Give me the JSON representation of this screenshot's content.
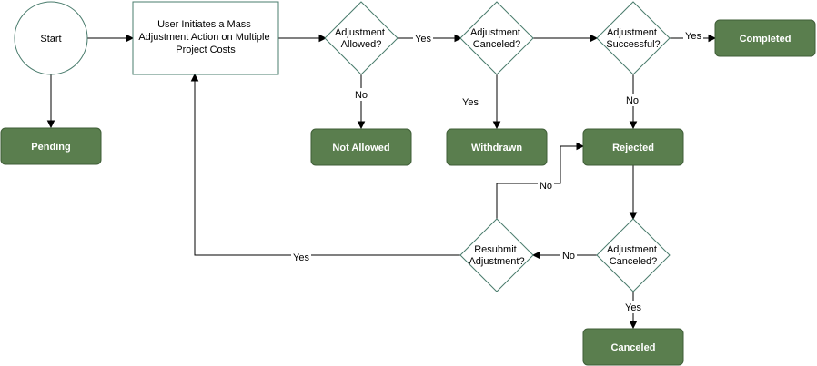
{
  "nodes": {
    "start": {
      "label": [
        "Start"
      ]
    },
    "pending": {
      "label": [
        "Pending"
      ]
    },
    "mass_action": {
      "label": [
        "User Initiates a Mass",
        "Adjustment Action on Multiple",
        "Project Costs"
      ]
    },
    "allowed": {
      "label": [
        "Adjustment",
        "Allowed?"
      ]
    },
    "not_allowed": {
      "label": [
        "Not Allowed"
      ]
    },
    "canceled_q1": {
      "label": [
        "Adjustment",
        "Canceled?"
      ]
    },
    "withdrawn": {
      "label": [
        "Withdrawn"
      ]
    },
    "successful": {
      "label": [
        "Adjustment",
        "Successful?"
      ]
    },
    "completed": {
      "label": [
        "Completed"
      ]
    },
    "rejected": {
      "label": [
        "Rejected"
      ]
    },
    "canceled_q2": {
      "label": [
        "Adjustment",
        "Canceled?"
      ]
    },
    "resubmit": {
      "label": [
        "Resubmit",
        "Adjustment?"
      ]
    },
    "canceled": {
      "label": [
        "Canceled"
      ]
    }
  },
  "edges": {
    "allowed_yes": "Yes",
    "allowed_no": "No",
    "canceled_q1_yes": "Yes",
    "successful_yes": "Yes",
    "successful_no": "No",
    "canceled_q2_no": "No",
    "canceled_q2_yes": "Yes",
    "resubmit_no": "No",
    "resubmit_yes": "Yes"
  },
  "colors": {
    "terminal_fill": "#5a7e4e",
    "outline_stroke": "#4a7c6d",
    "edge_stroke": "#000000",
    "terminal_text": "#ffffff"
  }
}
